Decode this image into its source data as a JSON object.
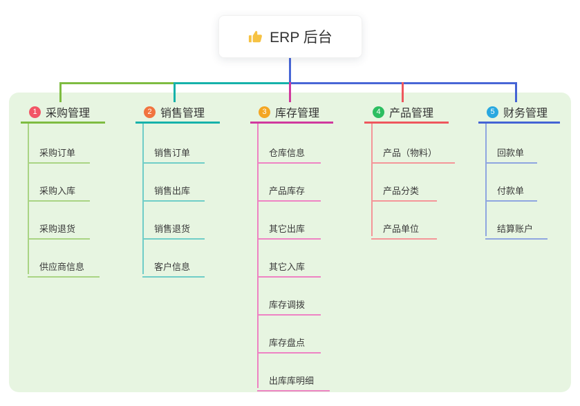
{
  "root": {
    "label": "ERP 后台",
    "icon": "thumbs-up-icon"
  },
  "colors": {
    "page_bg": "#ffffff",
    "panel_bg": "#e7f5e1",
    "root_line": "#4866d6",
    "icon_yellow": "#f6c243",
    "branches": [
      {
        "main": "#7ebc41",
        "light": "#a9d483",
        "badge": "#f25565"
      },
      {
        "main": "#16b2aa",
        "light": "#6fcdc7",
        "badge": "#f1743f"
      },
      {
        "main": "#d0399e",
        "light": "#ee82c3",
        "badge": "#f4a623"
      },
      {
        "main": "#ee575d",
        "light": "#f49598",
        "badge": "#2cbe60"
      },
      {
        "main": "#4463d4",
        "light": "#8ea5e0",
        "badge": "#29a8e0"
      }
    ]
  },
  "branches": [
    {
      "index": "1",
      "label": "采购管理",
      "children": [
        "采购订单",
        "采购入库",
        "采购退货",
        "供应商信息"
      ]
    },
    {
      "index": "2",
      "label": "销售管理",
      "children": [
        "销售订单",
        "销售出库",
        "销售退货",
        "客户信息"
      ]
    },
    {
      "index": "3",
      "label": "库存管理",
      "children": [
        "仓库信息",
        "产品库存",
        "其它出库",
        "其它入库",
        "库存调拨",
        "库存盘点",
        "出库库明细"
      ]
    },
    {
      "index": "4",
      "label": "产品管理",
      "children": [
        "产品（物料）",
        "产品分类",
        "产品单位"
      ]
    },
    {
      "index": "5",
      "label": "财务管理",
      "children": [
        "回款单",
        "付款单",
        "结算账户"
      ]
    }
  ]
}
